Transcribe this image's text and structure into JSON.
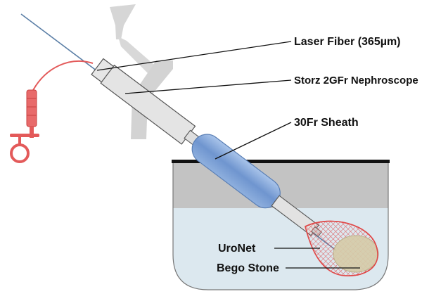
{
  "labels": {
    "laser_fiber": "Laser Fiber (365µm)",
    "nephroscope": "Storz 2GFr Nephroscope",
    "sheath": "30Fr Sheath",
    "uronet": "UroNet",
    "bego_stone": "Bego Stone"
  },
  "colors": {
    "fiber": "#5b7fa6",
    "fiber_red": "#e35a5a",
    "nephroscope_body": "#e4e4e4",
    "eyepiece": "#d3d3d3",
    "sheath_blue": "#7fa3d6",
    "tank_water": "#dce8ef",
    "tank_top": "#c3c3c3",
    "tank_rim": "#111111",
    "net_red": "#e04848",
    "stone": "#d6ccaa"
  }
}
